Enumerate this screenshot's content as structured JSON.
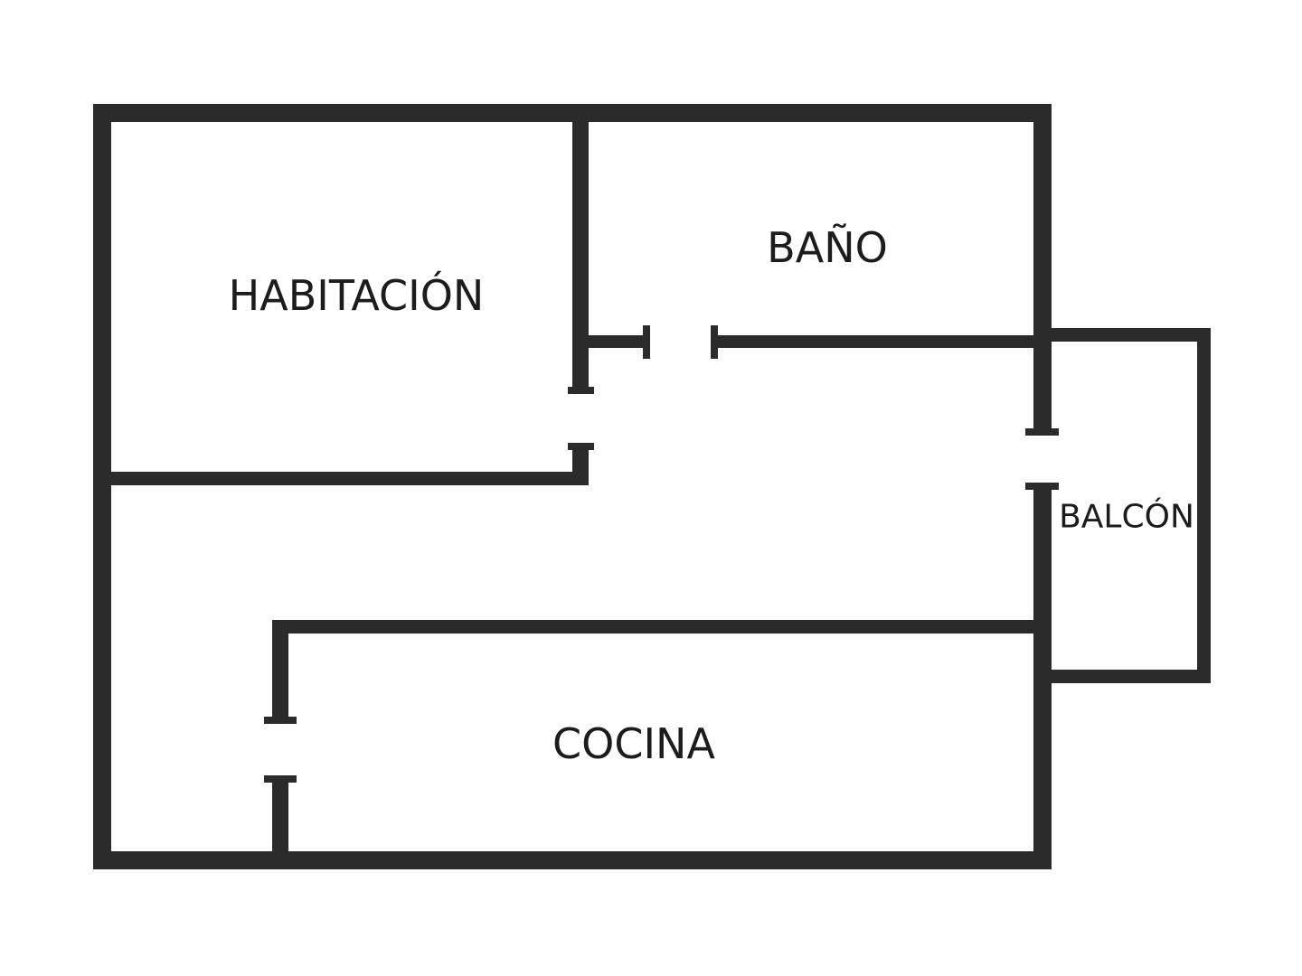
{
  "rooms": {
    "habitacion": "HABITACIÓN",
    "bano": "BAÑO",
    "balcon": "BALCÓN",
    "cocina": "COCINA"
  },
  "colors": {
    "wall": "#2b2b2b",
    "background": "#ffffff",
    "text": "#1c1c1c"
  }
}
